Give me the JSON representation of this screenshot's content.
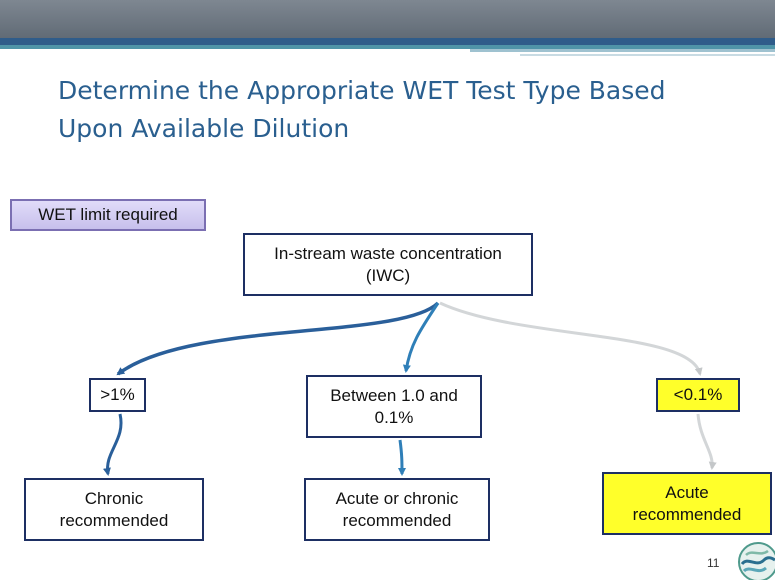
{
  "title": "Determine the Appropriate WET Test Type Based Upon Available Dilution",
  "tag": "WET limit required",
  "nodes": {
    "iwc": [
      "In-stream waste concentration",
      "(IWC)"
    ],
    "gt1": ">1%",
    "between": [
      "Between 1.0 and",
      "0.1%"
    ],
    "lt01": "<0.1%",
    "chronic": [
      "Chronic",
      "recommended"
    ],
    "acute_or_chronic": [
      "Acute or chronic",
      "recommended"
    ],
    "acute": [
      "Acute",
      "recommended"
    ]
  },
  "page_number": "11",
  "colors": {
    "arrow_blue": "#2f7fb8",
    "arrow_dark": "#2a5f9a",
    "arrow_light": "#d3d6d8",
    "highlight_yellow": "#ffff2a",
    "box_border": "#1d2f63",
    "title_blue": "#2a5f8f"
  },
  "icons": [
    "water-logo-icon"
  ]
}
